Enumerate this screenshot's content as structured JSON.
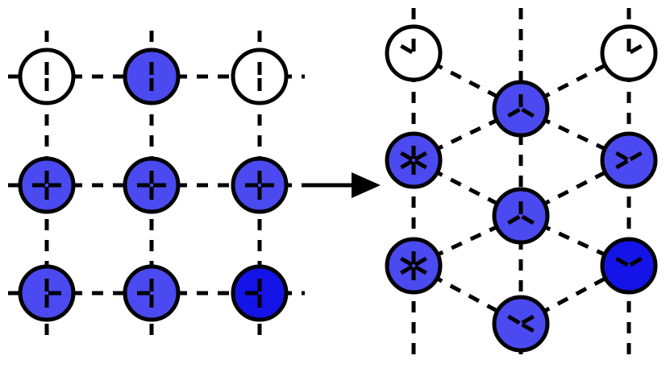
{
  "colors": {
    "background": "#ffffff",
    "stroke": "#000000",
    "fill_empty": "#ffffff",
    "fill_light": "#4a4af0",
    "fill_dark": "#1414e8"
  },
  "left_lattice": {
    "type": "square-grid",
    "rows": 3,
    "cols": 3,
    "nodes": [
      {
        "row": 0,
        "col": 0,
        "fill": "empty",
        "bond_stubs": [
          "up",
          "down"
        ]
      },
      {
        "row": 0,
        "col": 1,
        "fill": "light",
        "bond_stubs": [
          "up",
          "down"
        ]
      },
      {
        "row": 0,
        "col": 2,
        "fill": "empty",
        "bond_stubs": [
          "up",
          "down"
        ]
      },
      {
        "row": 1,
        "col": 0,
        "fill": "light",
        "bond_stubs": [
          "up",
          "down",
          "left",
          "right"
        ]
      },
      {
        "row": 1,
        "col": 1,
        "fill": "light",
        "bond_stubs": [
          "up",
          "down",
          "left",
          "right"
        ]
      },
      {
        "row": 1,
        "col": 2,
        "fill": "light",
        "bond_stubs": [
          "up",
          "down",
          "left",
          "right"
        ]
      },
      {
        "row": 2,
        "col": 0,
        "fill": "light",
        "bond_stubs": [
          "up",
          "down",
          "right"
        ]
      },
      {
        "row": 2,
        "col": 1,
        "fill": "light",
        "bond_stubs": [
          "up",
          "down",
          "left"
        ]
      },
      {
        "row": 2,
        "col": 2,
        "fill": "dark",
        "bond_stubs": [
          "up",
          "down",
          "left"
        ]
      }
    ]
  },
  "transition": {
    "symbol": "arrow",
    "direction": "right"
  },
  "right_lattice": {
    "type": "triangular-lattice",
    "nodes": [
      {
        "id": "a",
        "col": 0,
        "row": 0,
        "fill": "empty",
        "bond_stubs": [
          90,
          150
        ]
      },
      {
        "id": "b",
        "col": 0,
        "row": 1,
        "fill": "light",
        "bond_stubs": [
          90,
          270,
          30,
          150,
          210,
          330
        ]
      },
      {
        "id": "c",
        "col": 0,
        "row": 2,
        "fill": "light",
        "bond_stubs": [
          90,
          270,
          30,
          150,
          210,
          330
        ]
      },
      {
        "id": "d",
        "col": 1,
        "row": 0,
        "fill": "light",
        "bond_stubs": [
          90,
          210,
          330
        ]
      },
      {
        "id": "e",
        "col": 1,
        "row": 1,
        "fill": "light",
        "bond_stubs": [
          90,
          210,
          330
        ]
      },
      {
        "id": "f",
        "col": 1,
        "row": 2,
        "fill": "light",
        "bond_stubs": [
          30,
          150,
          330
        ]
      },
      {
        "id": "g",
        "col": 2,
        "row": 0,
        "fill": "empty",
        "bond_stubs": [
          90,
          30
        ]
      },
      {
        "id": "h",
        "col": 2,
        "row": 1,
        "fill": "light",
        "bond_stubs": [
          150,
          30,
          210
        ]
      },
      {
        "id": "i",
        "col": 2,
        "row": 2,
        "fill": "dark",
        "bond_stubs": [
          150,
          30
        ]
      }
    ]
  }
}
